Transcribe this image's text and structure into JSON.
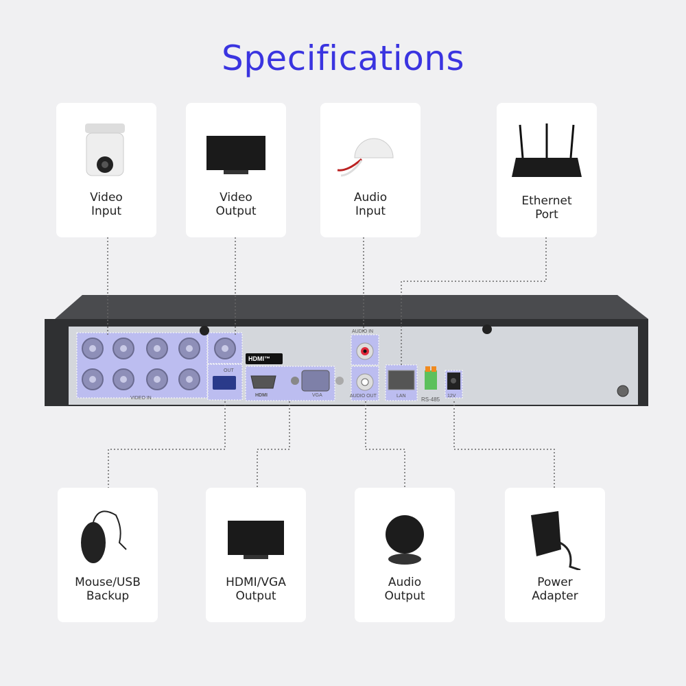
{
  "title": "Specifications",
  "top_cards": [
    {
      "label": "Video\nInput",
      "icon": "bullet-camera-icon"
    },
    {
      "label": "Video\nOutput",
      "icon": "monitor-icon"
    },
    {
      "label": "Audio\nInput",
      "icon": "microphone-icon"
    },
    {
      "label": "Ethernet\nPort",
      "icon": "router-icon"
    }
  ],
  "bottom_cards": [
    {
      "label": "Mouse/USB\nBackup",
      "icon": "mouse-icon"
    },
    {
      "label": "HDMI/VGA\nOutput",
      "icon": "monitor-icon"
    },
    {
      "label": "Audio\nOutput",
      "icon": "speaker-icon"
    },
    {
      "label": "Power\nAdapter",
      "icon": "power-adapter-icon"
    }
  ],
  "panel": {
    "video_in": "VIDEO IN",
    "out": "OUT",
    "hdmi_badge": "HDMI™",
    "hdmi": "HDMI",
    "vga": "VGA",
    "audio_in": "AUDIO IN",
    "audio_out": "AUDIO OUT",
    "lan": "LAN",
    "rs485": "RS-485",
    "power": "12V"
  },
  "colors": {
    "title": "#3a34e0",
    "highlight": "#b8b8ee"
  }
}
